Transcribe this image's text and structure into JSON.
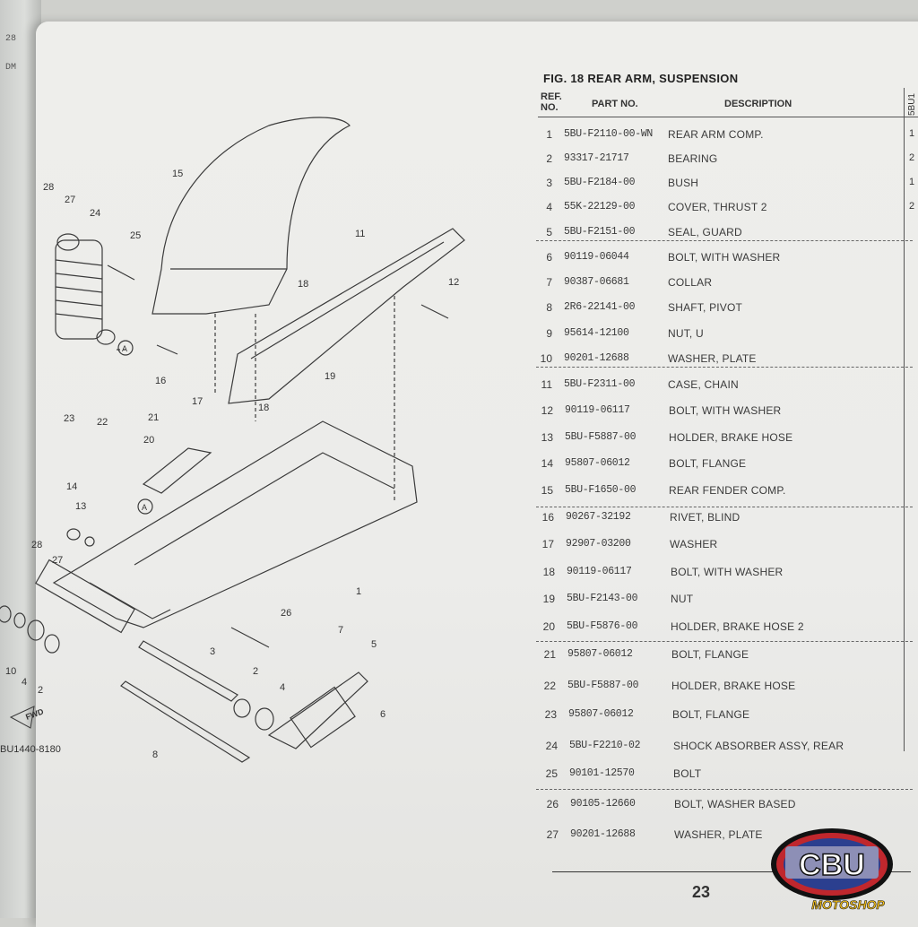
{
  "left_margin": [
    "28",
    "DM"
  ],
  "figure": {
    "title": "FIG. 18  REAR ARM, SUSPENSION",
    "drawing_code": "BU1440-8180",
    "fwd_label": "FWD"
  },
  "headers": {
    "ref_no": "REF. NO.",
    "part_no": "PART NO.",
    "description": "DESCRIPTION",
    "model_code": "5BU1"
  },
  "parts": [
    {
      "ref": "1",
      "part_no": "5BU-F2110-00-WN",
      "description": "REAR ARM COMP.",
      "qty": "1"
    },
    {
      "ref": "2",
      "part_no": "93317-21717",
      "description": "BEARING",
      "qty": "2"
    },
    {
      "ref": "3",
      "part_no": "5BU-F2184-00",
      "description": "BUSH",
      "qty": "1"
    },
    {
      "ref": "4",
      "part_no": "55K-22129-00",
      "description": "COVER, THRUST 2",
      "qty": "2"
    },
    {
      "ref": "5",
      "part_no": "5BU-F2151-00",
      "description": "SEAL, GUARD",
      "qty": ""
    },
    {
      "ref": "6",
      "part_no": "90119-06044",
      "description": "BOLT, WITH WASHER",
      "qty": ""
    },
    {
      "ref": "7",
      "part_no": "90387-06681",
      "description": "COLLAR",
      "qty": ""
    },
    {
      "ref": "8",
      "part_no": "2R6-22141-00",
      "description": "SHAFT, PIVOT",
      "qty": ""
    },
    {
      "ref": "9",
      "part_no": "95614-12100",
      "description": "NUT, U",
      "qty": ""
    },
    {
      "ref": "10",
      "part_no": "90201-12688",
      "description": "WASHER, PLATE",
      "qty": ""
    },
    {
      "ref": "11",
      "part_no": "5BU-F2311-00",
      "description": "CASE, CHAIN",
      "qty": ""
    },
    {
      "ref": "12",
      "part_no": "90119-06117",
      "description": "BOLT, WITH WASHER",
      "qty": ""
    },
    {
      "ref": "13",
      "part_no": "5BU-F5887-00",
      "description": "HOLDER, BRAKE HOSE",
      "qty": ""
    },
    {
      "ref": "14",
      "part_no": "95807-06012",
      "description": "BOLT, FLANGE",
      "qty": ""
    },
    {
      "ref": "15",
      "part_no": "5BU-F1650-00",
      "description": "REAR FENDER COMP.",
      "qty": ""
    },
    {
      "ref": "16",
      "part_no": "90267-32192",
      "description": "RIVET, BLIND",
      "qty": ""
    },
    {
      "ref": "17",
      "part_no": "92907-03200",
      "description": "WASHER",
      "qty": ""
    },
    {
      "ref": "18",
      "part_no": "90119-06117",
      "description": "BOLT, WITH WASHER",
      "qty": ""
    },
    {
      "ref": "19",
      "part_no": "5BU-F2143-00",
      "description": "NUT",
      "qty": ""
    },
    {
      "ref": "20",
      "part_no": "5BU-F5876-00",
      "description": "HOLDER, BRAKE HOSE 2",
      "qty": ""
    },
    {
      "ref": "21",
      "part_no": "95807-06012",
      "description": "BOLT, FLANGE",
      "qty": ""
    },
    {
      "ref": "22",
      "part_no": "5BU-F5887-00",
      "description": "HOLDER, BRAKE HOSE",
      "qty": ""
    },
    {
      "ref": "23",
      "part_no": "95807-06012",
      "description": "BOLT, FLANGE",
      "qty": ""
    },
    {
      "ref": "24",
      "part_no": "5BU-F2210-02",
      "description": "SHOCK ABSORBER ASSY, REAR",
      "qty": ""
    },
    {
      "ref": "25",
      "part_no": "90101-12570",
      "description": "BOLT",
      "qty": ""
    },
    {
      "ref": "26",
      "part_no": "90105-12660",
      "description": "BOLT, WASHER BASED",
      "qty": ""
    },
    {
      "ref": "27",
      "part_no": "90201-12688",
      "description": "WASHER, PLATE",
      "qty": ""
    }
  ],
  "callouts": [
    "1",
    "2",
    "3",
    "4",
    "5",
    "6",
    "7",
    "8",
    "10",
    "11",
    "12",
    "13",
    "14",
    "15",
    "16",
    "17",
    "18",
    "19",
    "20",
    "21",
    "22",
    "23",
    "24",
    "25",
    "26",
    "27",
    "28",
    "A"
  ],
  "page_number": "23",
  "logo": {
    "main": "CBU",
    "sub": "MOTOSHOP",
    "colors": {
      "ring": "#c0272d",
      "body": "#2b3f8f",
      "text": "#ffffff",
      "sub": "#f7c21c"
    }
  }
}
